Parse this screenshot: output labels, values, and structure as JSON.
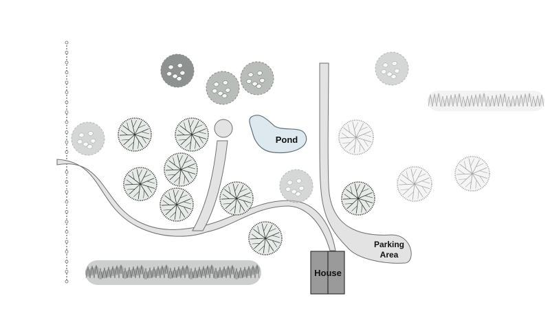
{
  "labels": {
    "pond": "Pond",
    "house": "House",
    "parking_line1": "Parking",
    "parking_line2": "Area"
  },
  "colors": {
    "path_fill": "#e3e3e3",
    "path_stroke": "#6e6e6e",
    "pond_fill": "#dde9ee",
    "pond_stroke": "#5e6e78",
    "house_fill": "#9a9a9a",
    "house_stroke": "#333333",
    "tree_fill": "#e7ebe8",
    "tree_stroke": "#2f2f2f",
    "shrub_dark": "#8d918f",
    "shrub_mid": "#b9bdba",
    "shrub_light": "#cfd3d0",
    "hedge": "#8b8f8c",
    "fence": "#666666"
  },
  "symbols": {
    "fence": "fence-line",
    "deciduous_tree": "tree-canopy-symbol",
    "shrub": "round-shrub-symbol",
    "hedge": "hedge-row-symbol"
  }
}
